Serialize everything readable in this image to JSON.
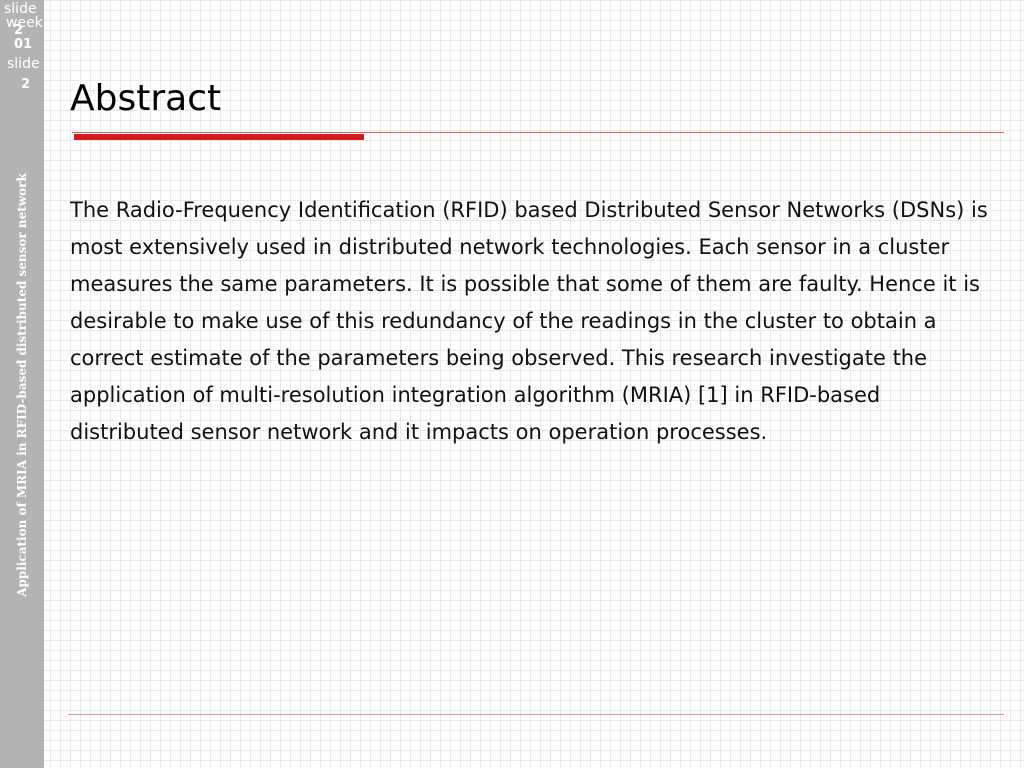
{
  "slide_number": {
    "label_slide": "slide",
    "label_week": "week",
    "num_a": "2",
    "num_b": "01",
    "label_slide_2": "slide",
    "num_c": "2"
  },
  "sidebar_title": "Application of MRIA in RFID-based distributed sensor network",
  "title": "Abstract",
  "body": "The Radio-Frequency Identification (RFID) based Distributed Sensor Networks (DSNs) is most extensively used in distributed network technologies. Each sensor in a cluster measures the same parameters. It is possible that some of them are faulty. Hence it is desirable to make use of this redundancy of the readings in the cluster to obtain a correct estimate of the parameters being observed. This research investigate the application of multi-resolution integration algorithm (MRIA) [1] in RFID-based distributed sensor network and it impacts on operation processes.",
  "colors": {
    "sidebar": "#b3b3b3",
    "accent": "#d6181f"
  }
}
